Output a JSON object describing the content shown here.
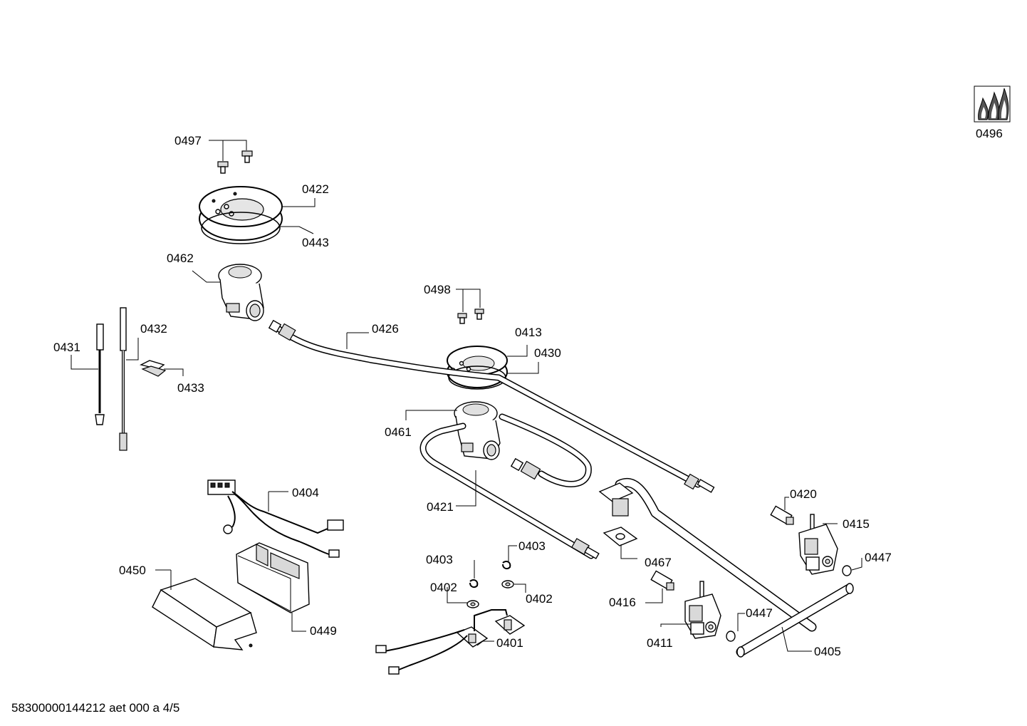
{
  "footer": {
    "doc_code": "58300000144212 aet 000 a 4/5"
  },
  "logo": {
    "label": "0496",
    "icon": "gas-flame-icon"
  },
  "parts": [
    {
      "key": "p0497",
      "label": "0497"
    },
    {
      "key": "p0422",
      "label": "0422"
    },
    {
      "key": "p0443",
      "label": "0443"
    },
    {
      "key": "p0462",
      "label": "0462"
    },
    {
      "key": "p0498",
      "label": "0498"
    },
    {
      "key": "p0426",
      "label": "0426"
    },
    {
      "key": "p0413",
      "label": "0413"
    },
    {
      "key": "p0430",
      "label": "0430"
    },
    {
      "key": "p0432",
      "label": "0432"
    },
    {
      "key": "p0431",
      "label": "0431"
    },
    {
      "key": "p0433",
      "label": "0433"
    },
    {
      "key": "p0461",
      "label": "0461"
    },
    {
      "key": "p0404",
      "label": "0404"
    },
    {
      "key": "p0421",
      "label": "0421"
    },
    {
      "key": "p0420",
      "label": "0420"
    },
    {
      "key": "p0415",
      "label": "0415"
    },
    {
      "key": "p0450",
      "label": "0450"
    },
    {
      "key": "p0403a",
      "label": "0403"
    },
    {
      "key": "p0403b",
      "label": "0403"
    },
    {
      "key": "p0467",
      "label": "0467"
    },
    {
      "key": "p0447a",
      "label": "0447"
    },
    {
      "key": "p0402a",
      "label": "0402"
    },
    {
      "key": "p0402b",
      "label": "0402"
    },
    {
      "key": "p0416",
      "label": "0416"
    },
    {
      "key": "p0447b",
      "label": "0447"
    },
    {
      "key": "p0449",
      "label": "0449"
    },
    {
      "key": "p0401",
      "label": "0401"
    },
    {
      "key": "p0411",
      "label": "0411"
    },
    {
      "key": "p0405",
      "label": "0405"
    }
  ]
}
